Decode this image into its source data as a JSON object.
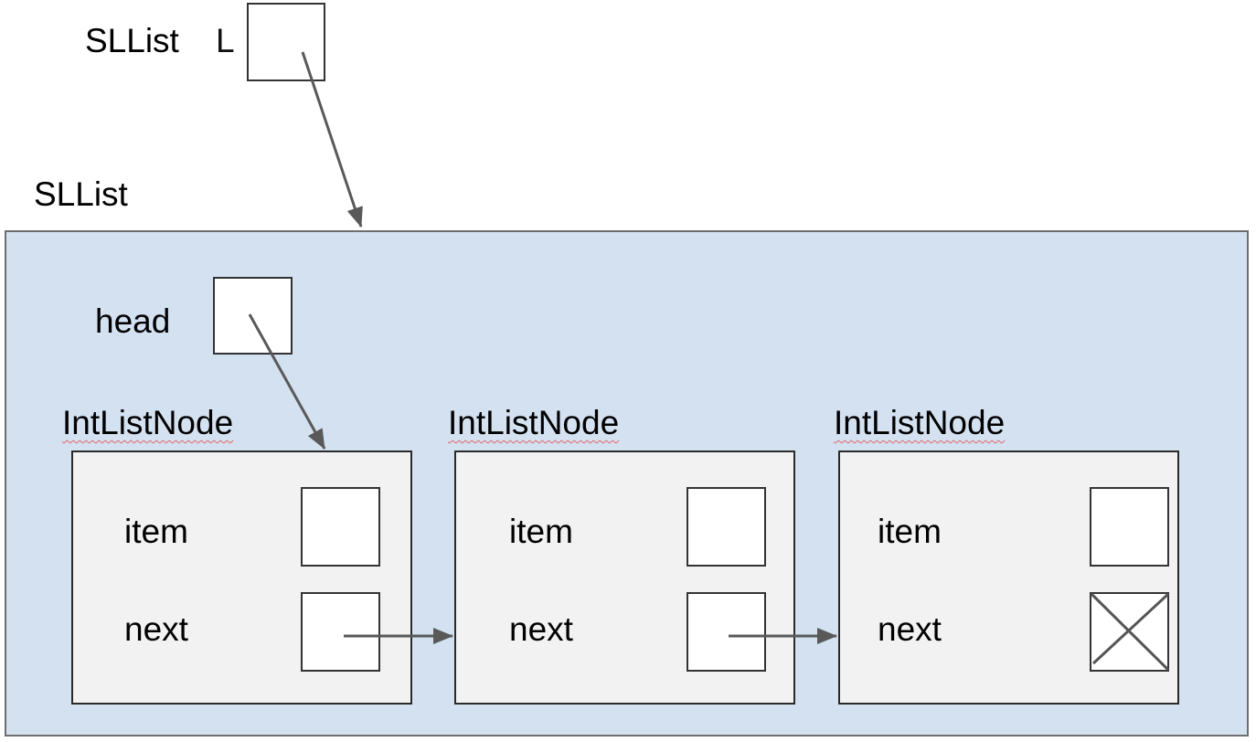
{
  "variable": {
    "type_label": "SLList",
    "name_label": "L"
  },
  "object": {
    "type_label": "SLList",
    "fields": [
      {
        "label": "head"
      }
    ],
    "nodes": [
      {
        "type_label": "IntListNode",
        "fields": [
          {
            "label": "item"
          },
          {
            "label": "next"
          }
        ],
        "next_is_null": false
      },
      {
        "type_label": "IntListNode",
        "fields": [
          {
            "label": "item"
          },
          {
            "label": "next"
          }
        ],
        "next_is_null": false
      },
      {
        "type_label": "IntListNode",
        "fields": [
          {
            "label": "item"
          },
          {
            "label": "next"
          }
        ],
        "next_is_null": true
      }
    ]
  },
  "colors": {
    "object_fill": "#d4e1f1",
    "node_fill": "#f2f2f2",
    "arrow": "#595959",
    "spell_underline": "#e06666"
  }
}
